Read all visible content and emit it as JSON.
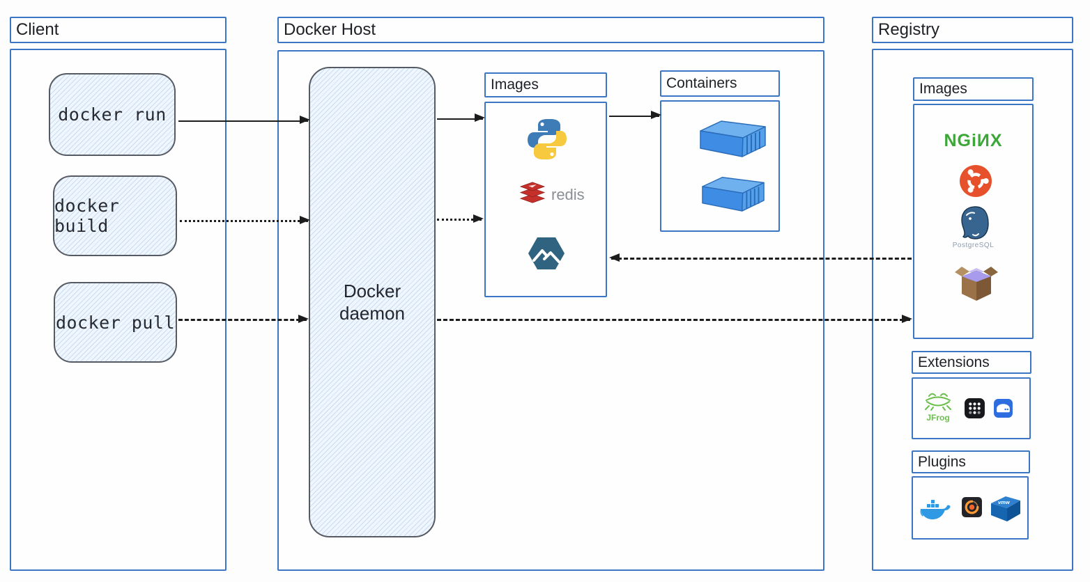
{
  "client": {
    "title": "Client",
    "commands": [
      {
        "label": "docker run",
        "arrow_style": "solid"
      },
      {
        "label": "docker build",
        "arrow_style": "dotted"
      },
      {
        "label": "docker pull",
        "arrow_style": "dashed"
      }
    ]
  },
  "docker_host": {
    "title": "Docker Host",
    "daemon_label": "Docker daemon",
    "images": {
      "title": "Images",
      "icons": [
        "python-icon",
        "redis-icon",
        "alpine-icon"
      ],
      "redis_label": "redis"
    },
    "containers": {
      "title": "Containers",
      "icons": [
        "container-icon",
        "container-icon"
      ],
      "count": 2
    }
  },
  "registry": {
    "title": "Registry",
    "images": {
      "title": "Images",
      "icons": [
        "nginx-icon",
        "ubuntu-icon",
        "postgresql-icon",
        "busybox-icon"
      ],
      "nginx_label": "NGiИX",
      "postgresql_label": "PostgreSQL"
    },
    "extensions": {
      "title": "Extensions",
      "icons": [
        "jfrog-icon",
        "apps-grid-icon",
        "nas-drive-icon"
      ],
      "jfrog_label": "JFrog"
    },
    "plugins": {
      "title": "Plugins",
      "icons": [
        "docker-whale-icon",
        "grafana-icon",
        "vmware-icon"
      ],
      "vmware_label": "vmw"
    }
  },
  "colors": {
    "frame_blue": "#3b76c4",
    "sketch_fill": "#f0f6fd",
    "sketch_border": "#565b63",
    "arrow": "#1c1c1c",
    "nginx_green": "#3da639",
    "ubuntu_orange": "#e6502a",
    "redis_red": "#c6302b",
    "docker_blue": "#2f9ae3"
  }
}
